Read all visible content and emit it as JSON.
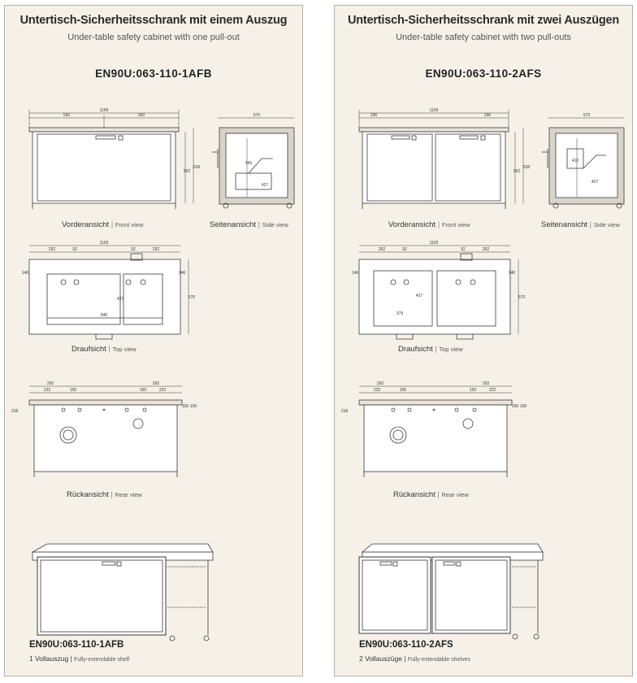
{
  "left": {
    "title": "Untertisch-Sicherheitsschrank mit einem Auszug",
    "subtitle": "Under-table safety cabinet with one pull-out",
    "model": "EN90U:063-110-1AFB",
    "front_view": {
      "de": "Vorderansicht",
      "sep": " | ",
      "en": "Front view"
    },
    "side_view": {
      "de": "Seitenansicht",
      "sep": " | ",
      "en": "Side view"
    },
    "top_view": {
      "de": "Draufsicht",
      "sep": " | ",
      "en": "Top view"
    },
    "rear_view": {
      "de": "Rückansicht",
      "sep": " | ",
      "en": "Rear view"
    },
    "bottom_model": "EN90U:063-110-1AFB",
    "bottom_desc": {
      "de": "1 Vollauszug",
      "sep": " | ",
      "en": "Fully-extendable shelf"
    },
    "dims": {
      "front_width": "1100",
      "front_half_l": "550",
      "front_half_r": "550",
      "front_h1": "562",
      "front_h2": "628",
      "side_width": "570",
      "side_inner_h": "466",
      "side_inner_w": "427",
      "top_width": "1100",
      "top_l1": "252",
      "top_l2": "92",
      "top_r1": "92",
      "top_r2": "252",
      "top_side_l": "146",
      "top_side_r": "146",
      "top_depth": "570",
      "top_inner_depth": "427",
      "top_inner_w": "846",
      "rear_l1": "292",
      "rear_l2": "222",
      "rear_l3": "150",
      "rear_r1": "292",
      "rear_r2": "150",
      "rear_r3": "222",
      "rear_h1": "218",
      "rear_h2": "100",
      "rear_h3": "100"
    }
  },
  "right": {
    "title": "Untertisch-Sicherheitsschrank mit zwei Auszügen",
    "subtitle": "Under-table safety cabinet with two pull-outs",
    "model": "EN90U:063-110-2AFS",
    "front_view": {
      "de": "Vorderansicht",
      "sep": " | ",
      "en": "Front view"
    },
    "side_view": {
      "de": "Seitenansicht",
      "sep": " | ",
      "en": "Side view"
    },
    "top_view": {
      "de": "Draufsicht",
      "sep": " | ",
      "en": "Top view"
    },
    "rear_view": {
      "de": "Rückansicht",
      "sep": " | ",
      "en": "Rear view"
    },
    "bottom_model": "EN90U:063-110-2AFS",
    "bottom_desc": {
      "de": "2 Vollauszüge",
      "sep": " | ",
      "en": "Fully-extendable shelves"
    },
    "dims": {
      "front_width": "1100",
      "front_half_l": "296",
      "front_half_r": "296",
      "front_h1": "562",
      "front_h2": "628",
      "side_width": "570",
      "side_inner_h": "410",
      "side_inner_w": "427",
      "top_width": "1100",
      "top_l1": "252",
      "top_l2": "92",
      "top_r1": "92",
      "top_r2": "252",
      "top_side_l": "146",
      "top_side_r": "146",
      "top_depth": "570",
      "top_inner_depth": "427",
      "top_inner_w": "379",
      "rear_l1": "292",
      "rear_l2": "222",
      "rear_l3": "150",
      "rear_r1": "292",
      "rear_r2": "150",
      "rear_r3": "222",
      "rear_h1": "218",
      "rear_h2": "100",
      "rear_h3": "100"
    }
  }
}
